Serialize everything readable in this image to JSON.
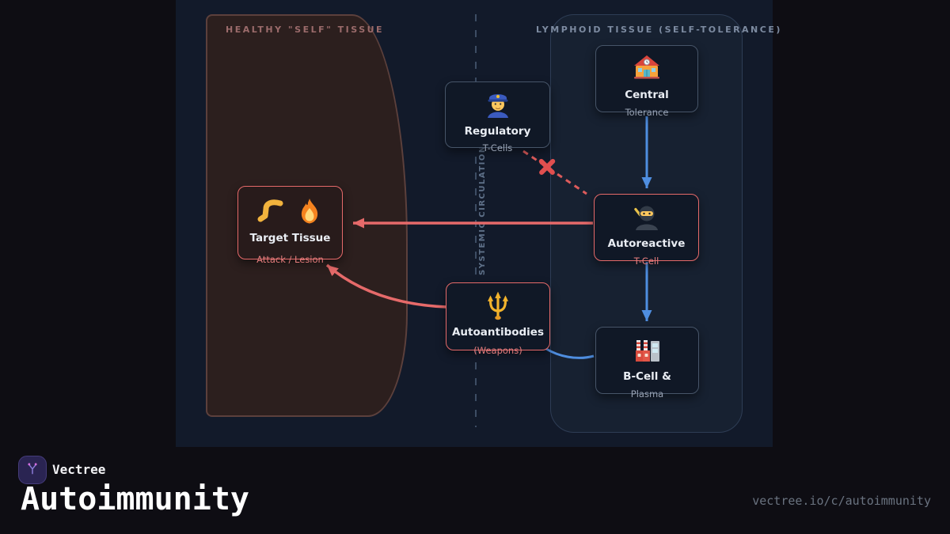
{
  "brand": {
    "name": "Vectree",
    "deck_title": "Autoimmunity",
    "share_url": "vectree.io/c/autoimmunity"
  },
  "diagram": {
    "regions": {
      "healthy": {
        "label": "HEALTHY \"SELF\" TISSUE"
      },
      "lymphoid": {
        "label": "LYMPHOID TISSUE (SELF-TOLERANCE)"
      }
    },
    "divider": {
      "label": "SYSTEMIC CIRCULATION"
    },
    "nodes": {
      "central": {
        "icon": "school-emoji",
        "title": "Central",
        "subtitle": "Tolerance"
      },
      "regulatory": {
        "icon": "police-officer-emoji",
        "title": "Regulatory",
        "subtitle": "T-Cells"
      },
      "autoreactive": {
        "icon": "ninja-emoji",
        "title": "Autoreactive",
        "subtitle": "T-Cell"
      },
      "bcell_plasma": {
        "icon": "factory-emoji",
        "title": "B-Cell &",
        "subtitle": "Plasma"
      },
      "autoantibodies": {
        "icon": "trident-emoji",
        "title": "Autoantibodies",
        "subtitle": "(Weapons)"
      },
      "target_tissue": {
        "icon": "leg-emoji fire-emoji",
        "title": "Target Tissue",
        "subtitle": "Attack / Lesion"
      }
    },
    "block_icon": "cross-mark",
    "colors": {
      "page_bg": "#0e0d13",
      "canvas": "#121a2a",
      "accent_red": "#e66a6a",
      "accent_blue": "#4f8ee0",
      "healthy_fill": "#2c1f1e",
      "healthy_border": "#5c403c",
      "lymphoid_border": "#2e3d55",
      "node_border": "#475569"
    }
  }
}
